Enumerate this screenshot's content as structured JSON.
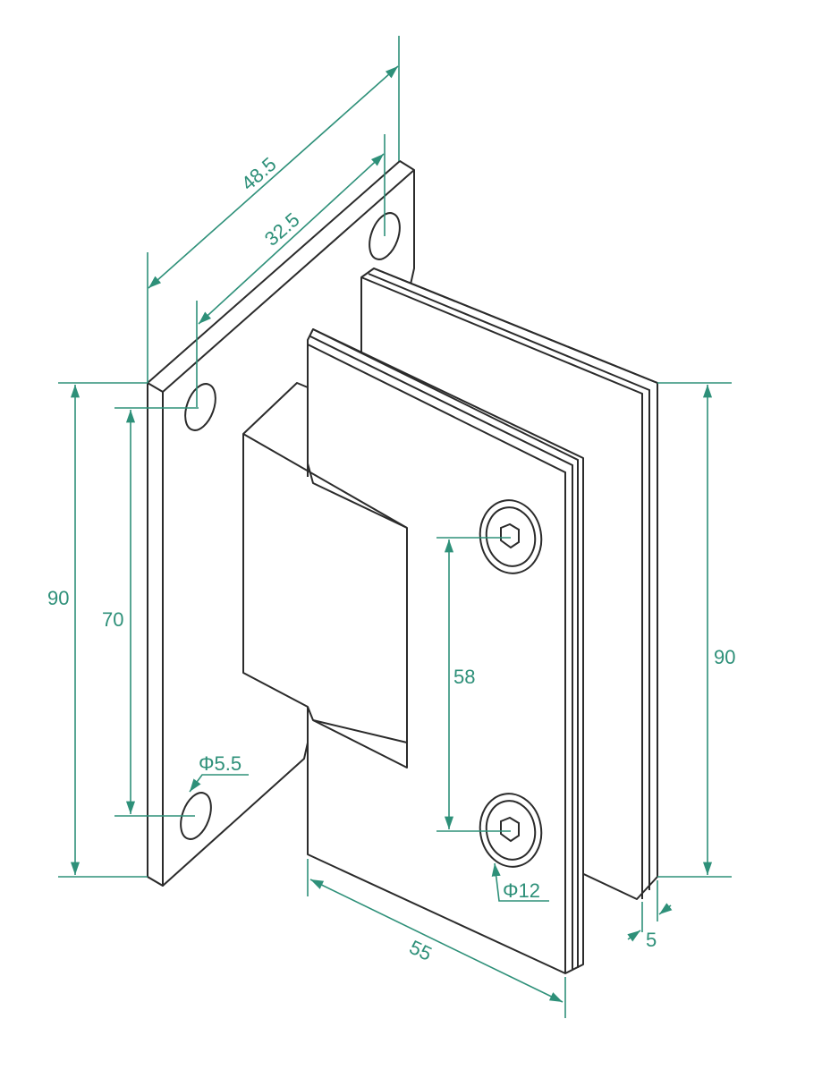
{
  "drawing": {
    "dimension_color": "#2e9079",
    "line_color": "#2b2b2b",
    "dimensions": {
      "plate_depth_outer": "48.5",
      "plate_hole_spacing_horizontal": "32.5",
      "plate_height": "90",
      "plate_hole_spacing_vertical": "70",
      "screw_spacing": "58",
      "clamp_height": "90",
      "mount_hole_diameter": "Φ5.5",
      "screw_cap_diameter": "Φ12",
      "clamp_width": "55",
      "gap": "5"
    }
  }
}
